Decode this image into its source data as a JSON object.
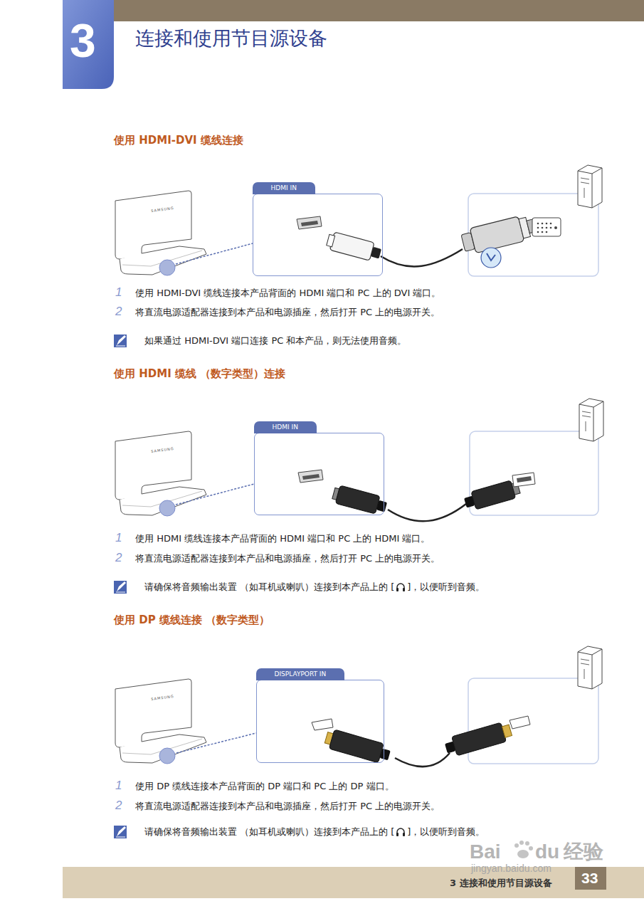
{
  "diagram": {
    "title": "连接和使用节目源设备",
    "nodes": [
      {
        "text": [
          "HDMI IN"
        ]
      },
      {
        "text": [
          "HDMI IN"
        ]
      },
      {
        "text": [
          "DISPLAYPORT IN"
        ]
      }
    ],
    "labels": [
      "3",
      "使用 HDMI-DVI 缆线连接",
      "SAMSUNG",
      "1",
      "使用 HDMI-DVI 缆线连接本产品背面的 HDMI 端口和 PC 上的 DVI 端口。",
      "2",
      "将直流电源适配器连接到本产品和电源插座，然后打开 PC 上的电源开关。",
      "如果通过 HDMI-DVI 端口连接 PC 和本产品，则无法使用音频。",
      "使用 HDMI 缆线 （数字类型）连接",
      "SAMSUNG",
      "1",
      "使用 HDMI 缆线连接本产品背面的 HDMI 端口和 PC 上的 HDMI 端口。",
      "2",
      "将直流电源适配器连接到本产品和电源插座，然后打开 PC 上的电源开关。",
      "请确保将音频输出装置 （如耳机或喇叭）连接到本产品上的 [",
      "]，以便听到音频。",
      "使用 DP 缆线连接 （数字类型）",
      "SAMSUNG",
      "1",
      "使用 DP 缆线连接本产品背面的 DP 端口和 PC 上的 DP 端口。",
      "2",
      "将直流电源适配器连接到本产品和电源插座，然后打开 PC 上的电源开关。",
      "请确保将音频输出装置 （如耳机或喇叭）连接到本产品上的 [",
      "]，以便听到音频。",
      "3 连接和使用节目源设备",
      "33",
      "Bai",
      "du",
      "经验",
      "jingyan.baidu.com"
    ]
  }
}
